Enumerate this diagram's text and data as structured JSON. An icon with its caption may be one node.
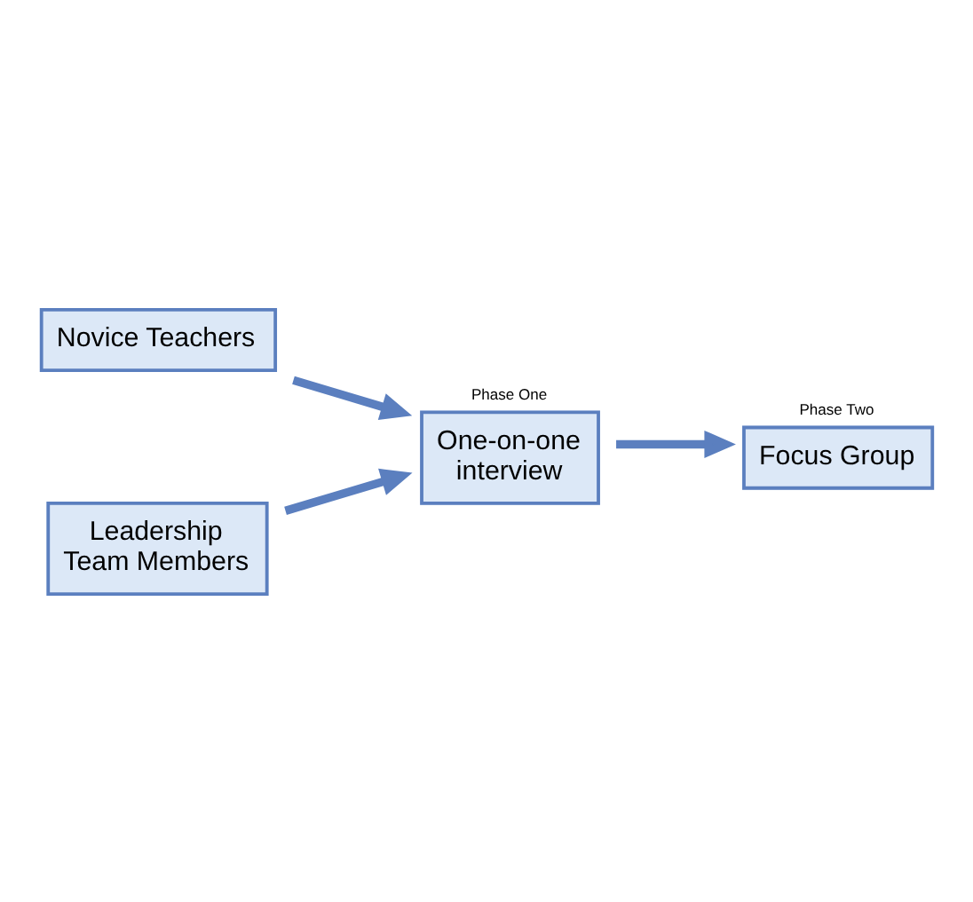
{
  "diagram": {
    "nodes": [
      {
        "text": [
          "Novice Teachers"
        ]
      },
      {
        "text": [
          "One-on-one interview"
        ],
        "beside": [
          "Phase One"
        ]
      },
      {
        "text": [
          "Focus Group"
        ],
        "beside": [
          "Phase Two"
        ]
      },
      {
        "text": [
          "Leadership Team Members"
        ]
      }
    ],
    "edges": [
      {
        "from": 0,
        "to": 1,
        "arrow": "to"
      },
      {
        "from": 3,
        "to": 1,
        "arrow": "to"
      },
      {
        "from": 1,
        "to": 2,
        "arrow": "to"
      }
    ]
  }
}
